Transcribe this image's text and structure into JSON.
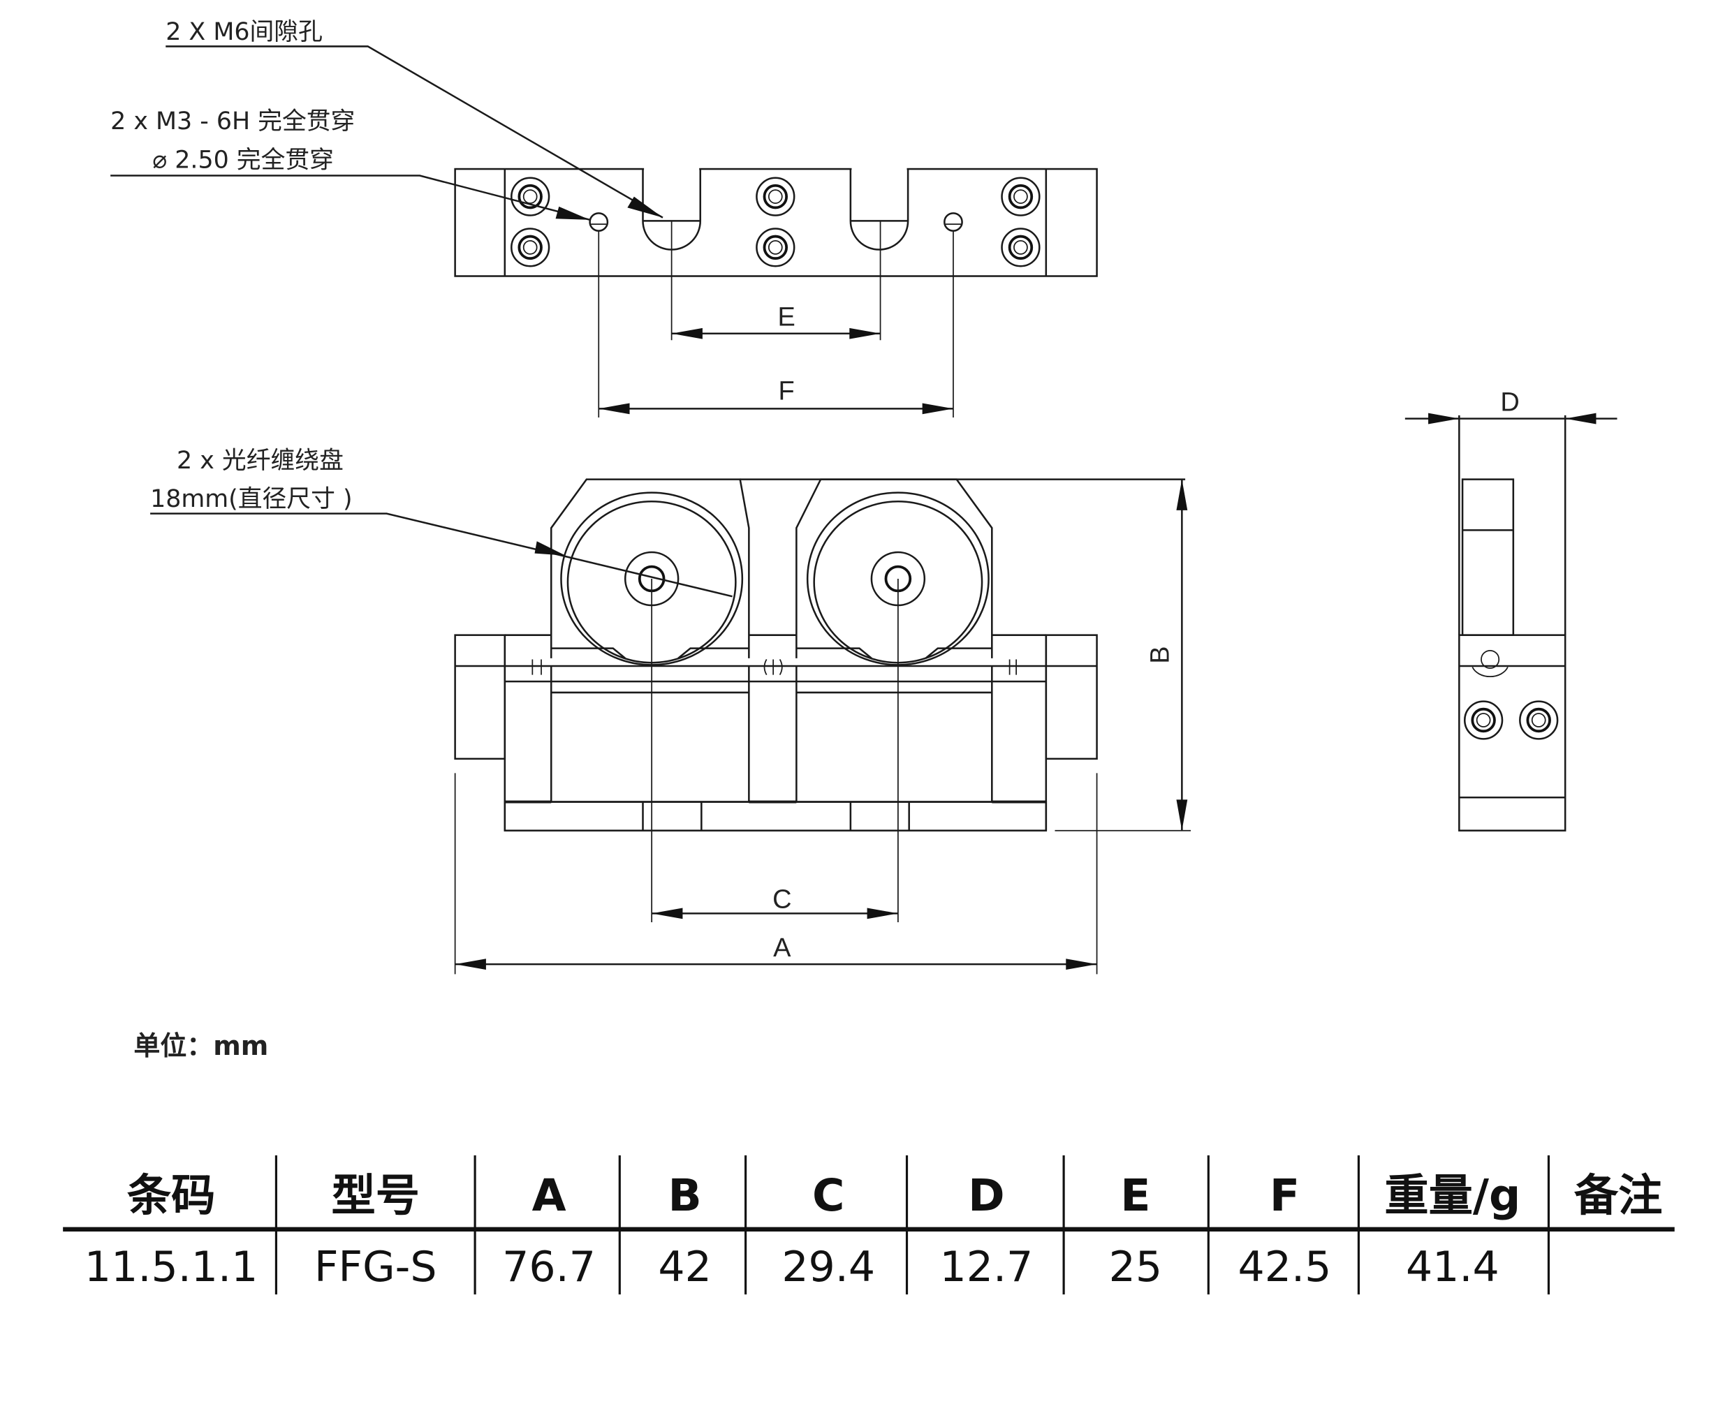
{
  "callouts": {
    "m6_clearance": "2 X M6间隙孔",
    "m3_line1": "2 x  M3 - 6H 完全贯穿",
    "m3_line2": "⌀ 2.50 完全贯穿",
    "spool_line1": "2 x 光纤缠绕盘",
    "spool_line2": "18mm(直径尺寸 )"
  },
  "dimensions": {
    "A": "A",
    "B": "B",
    "C": "C",
    "D": "D",
    "E": "E",
    "F": "F"
  },
  "unit_note": "单位：mm",
  "spec_table": {
    "headers": [
      "条码",
      "型号",
      "A",
      "B",
      "C",
      "D",
      "E",
      "F",
      "重量/g",
      "备注"
    ],
    "rows": [
      [
        "11.5.1.1",
        "FFG-S",
        "76.7",
        "42",
        "29.4",
        "12.7",
        "25",
        "42.5",
        "41.4",
        ""
      ]
    ]
  }
}
